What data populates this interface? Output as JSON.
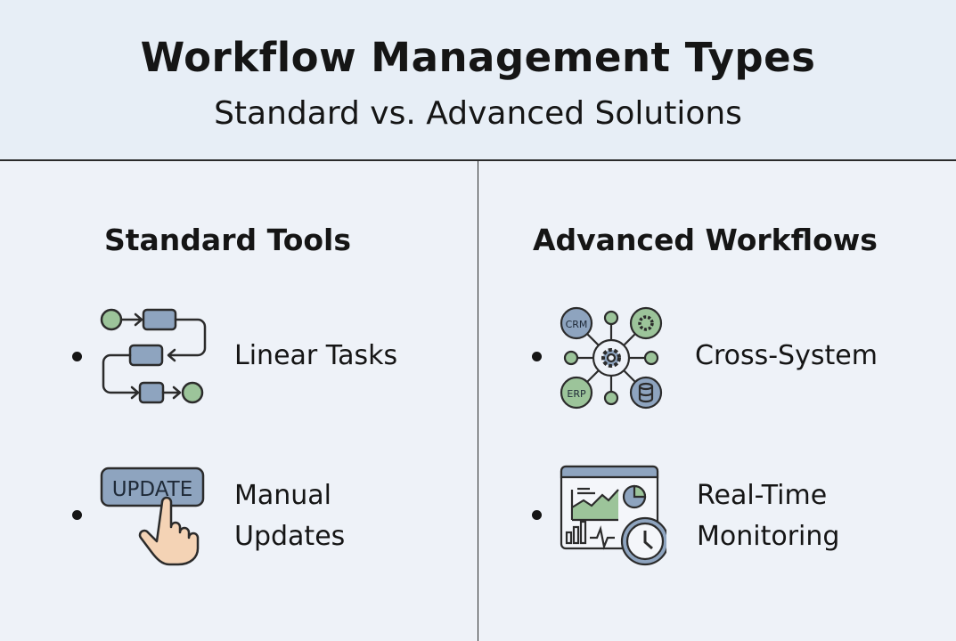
{
  "header": {
    "title": "Workflow Management Types",
    "subtitle": "Standard vs. Advanced Solutions"
  },
  "columns": [
    {
      "title": "Standard Tools",
      "items": [
        {
          "label": "Linear Tasks",
          "icon": "linear-flow-icon"
        },
        {
          "label_line1": "Manual",
          "label_line2": "Updates",
          "icon": "update-button-click-icon",
          "button_text": "UPDATE"
        }
      ]
    },
    {
      "title": "Advanced Workflows",
      "items": [
        {
          "label": "Cross-System",
          "icon": "integration-hub-icon",
          "node_labels": [
            "CRM",
            "ERP"
          ]
        },
        {
          "label_line1": "Real-Time",
          "label_line2": "Monitoring",
          "icon": "dashboard-clock-icon"
        }
      ]
    }
  ],
  "colors": {
    "header_bg": "#e7eef6",
    "body_bg": "#eef2f8",
    "accent_blue": "#8ea4bf",
    "accent_green": "#9cc49a",
    "skin": "#f4d3b5",
    "line": "#2b2b2b"
  }
}
